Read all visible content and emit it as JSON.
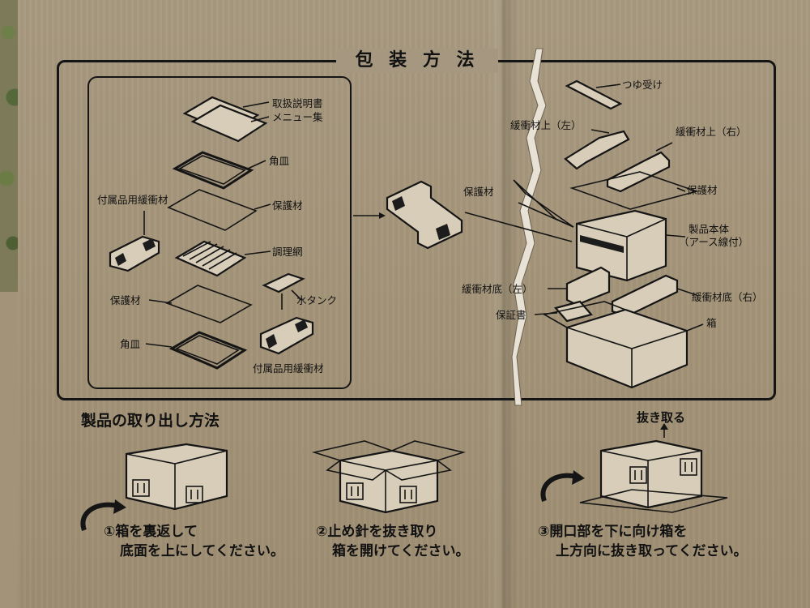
{
  "panel": {
    "title": "包 装 方 法",
    "left_box": {
      "manual": "取扱説明書",
      "menu": "メニュー集",
      "square_plate_top": "角皿",
      "accessory_cushion_left": "付属品用緩衝材",
      "protector_1": "保護材",
      "cooking_net": "調理網",
      "protector_2": "保護材",
      "water_tank": "水タンク",
      "square_plate_bottom": "角皿",
      "accessory_cushion_bottom": "付属品用緩衝材"
    },
    "right_side": {
      "drip_tray": "つゆ受け",
      "cushion_top_left": "緩衝材上（左）",
      "cushion_top_right": "緩衝材上（右）",
      "protector_left": "保護材",
      "protector_right": "保護材",
      "product_body": "製品本体",
      "ground_wire": "（アース線付）",
      "cushion_bottom_left": "緩衝材底（左）",
      "cushion_bottom_right": "緩衝材底（右）",
      "warranty": "保証書",
      "box": "箱"
    }
  },
  "removal": {
    "title": "製品の取り出し方法",
    "pull_out": "抜き取る",
    "step1_line1": "①箱を裏返して",
    "step1_line2": "底面を上にしてください。",
    "step2_line1": "②止め針を抜き取り",
    "step2_line2": "箱を開けてください。",
    "step3_line1": "③開口部を下に向け箱を",
    "step3_line2": "上方向に抜き取ってください。"
  }
}
